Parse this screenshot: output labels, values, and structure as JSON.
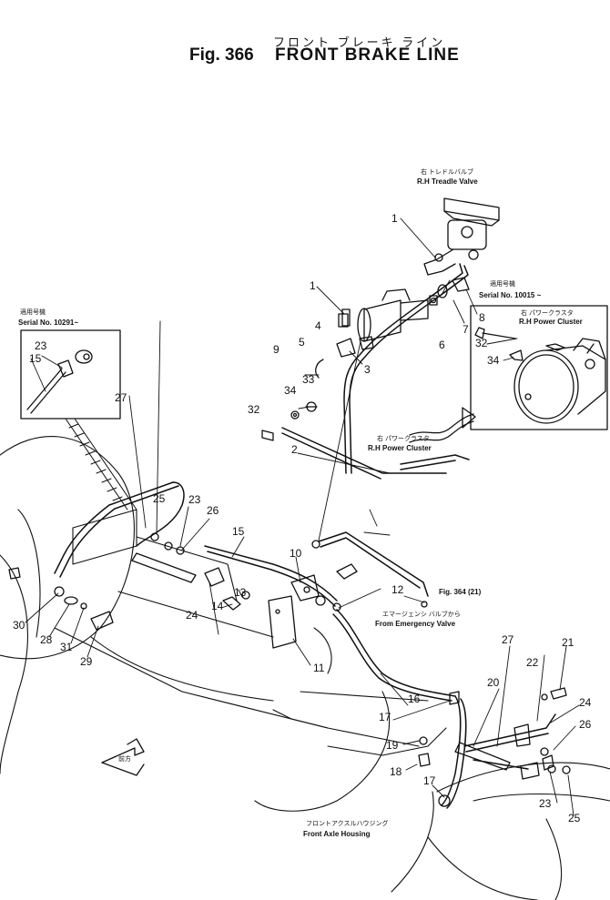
{
  "title": {
    "japanese": "フロント ブレーキ ライン",
    "figure": "Fig. 366",
    "english": "FRONT BRAKE LINE"
  },
  "labels": {
    "rh_treadle_valve_jp": "右 トレドルバルブ",
    "rh_treadle_valve": "R.H Treadle Valve",
    "serial_10015_jp": "適用号機",
    "serial_10015": "Serial No. 10015 ~",
    "rh_power_cluster_jp_inset": "右 パワークラスタ",
    "rh_power_cluster_inset": "R.H Power Cluster",
    "rh_power_cluster_jp": "右 パワークラスタ",
    "rh_power_cluster": "R.H Power Cluster",
    "serial_10291_jp": "適用号機",
    "serial_10291": "Serial No. 10291~",
    "fig_ref": "Fig. 364 (21)",
    "emergency_valve_jp": "エマージェンシ バルブから",
    "emergency_valve": "From Emergency Valve",
    "front_axle_housing_jp": "フロントアクスルハウジング",
    "front_axle_housing": "Front Axle Housing",
    "front_arrow": "前方"
  },
  "callouts": {
    "c1_top": "1",
    "c1_mid": "1",
    "c2": "2",
    "c3": "3",
    "c4": "4",
    "c5": "5",
    "c6": "6",
    "c7": "7",
    "c8": "8",
    "c9": "9",
    "c10": "10",
    "c11": "11",
    "c12": "12",
    "c13": "13",
    "c14": "14",
    "c15_left": "15",
    "c15_inset": "15",
    "c16": "16",
    "c17_a": "17",
    "c17_b": "17",
    "c18": "18",
    "c19": "19",
    "c20": "20",
    "c21": "21",
    "c22": "22",
    "c23_left": "23",
    "c23_inset": "23",
    "c23_right": "23",
    "c24_left": "24",
    "c24_right": "24",
    "c25_left": "25",
    "c25_right": "25",
    "c26_left": "26",
    "c26_right": "26",
    "c27_left": "27",
    "c27_right": "27",
    "c28": "28",
    "c29": "29",
    "c30": "30",
    "c31": "31",
    "c32_inset": "32",
    "c32_main": "32",
    "c33": "33",
    "c34_inset": "34",
    "c34_main": "34"
  }
}
